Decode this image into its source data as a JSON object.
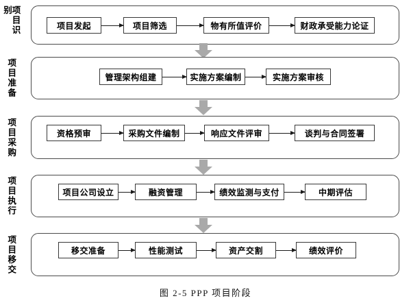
{
  "figure": {
    "caption": "图 2-5 PPP 项目阶段",
    "phases": [
      {
        "label": "项目识别",
        "steps": [
          "项目发起",
          "项目筛选",
          "物有所值评价",
          "财政承受能力论证"
        ]
      },
      {
        "label": "项目准备",
        "steps": [
          "管理架构组建",
          "实施方案编制",
          "实施方案审核"
        ]
      },
      {
        "label": "项目采购",
        "steps": [
          "资格预审",
          "采购文件编制",
          "响应文件评审",
          "谈判与合同签署"
        ]
      },
      {
        "label": "项目执行",
        "steps": [
          "项目公司设立",
          "融资管理",
          "绩效监测与支付",
          "中期评估"
        ]
      },
      {
        "label": "项目移交",
        "steps": [
          "移交准备",
          "性能测试",
          "资产交割",
          "绩效评价"
        ]
      }
    ],
    "colors": {
      "box_border": "#373737",
      "panel_border": "#4a4a4a",
      "flow_arrow": "#1a1a1a",
      "section_arrow": "#a9a9a9",
      "text": "#000000",
      "background": "#ffffff"
    }
  }
}
